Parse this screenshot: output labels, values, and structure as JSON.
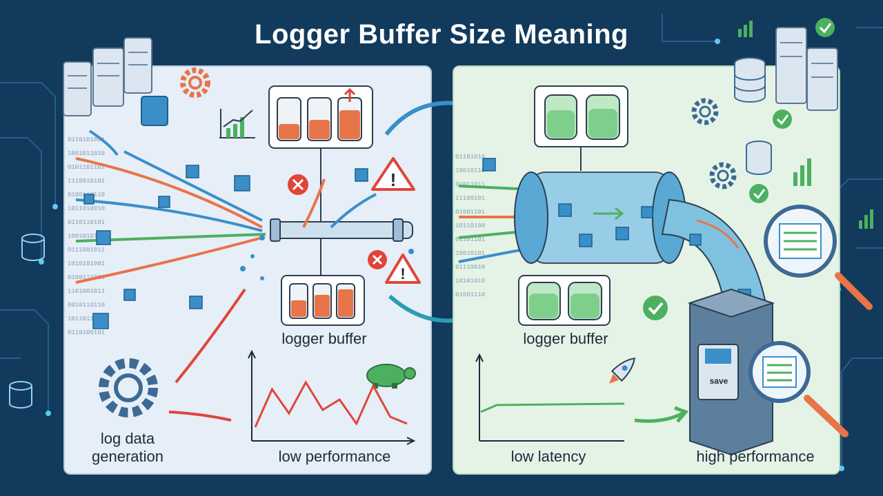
{
  "title": "Logger Buffer Size Meaning",
  "left_panel": {
    "buffer_label": "logger buffer",
    "source_label_line1": "log data",
    "source_label_line2": "generation",
    "result_label": "low performance",
    "chart_values": [
      0.15,
      0.7,
      0.35,
      0.8,
      0.4,
      0.55,
      0.2,
      0.75,
      0.3,
      0.2
    ]
  },
  "right_panel": {
    "buffer_label": "logger buffer",
    "latency_label": "low latency",
    "result_label": "high performance",
    "save_label": "save"
  },
  "colors": {
    "background": "#123a5c",
    "left_panel": "#e6eef7",
    "right_panel": "#e5f3e7",
    "accent_blue": "#3a8fc9",
    "accent_orange": "#e8744a",
    "accent_green": "#4cb060",
    "error_red": "#e0453a"
  }
}
